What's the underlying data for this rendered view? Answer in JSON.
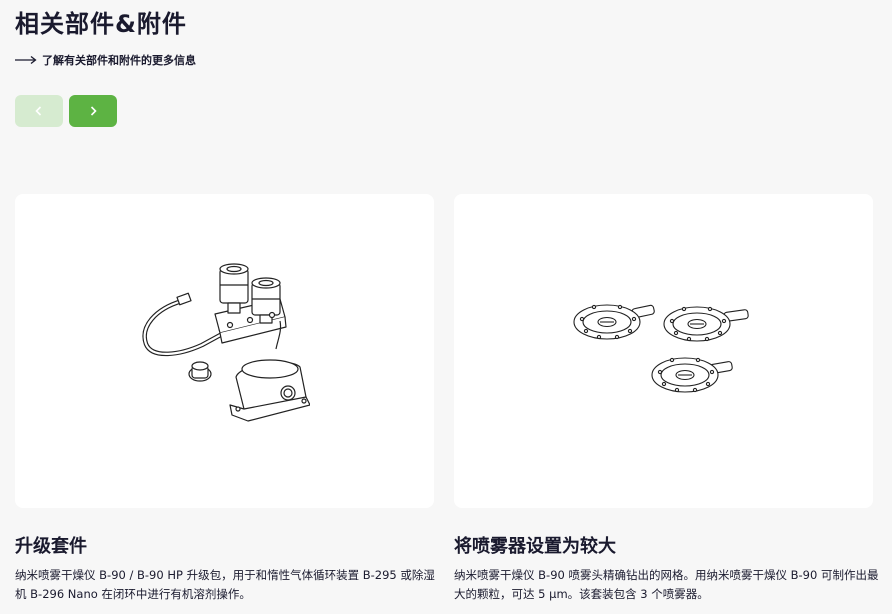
{
  "header": {
    "title": "相关部件&附件",
    "more_link": "了解有关部件和附件的更多信息"
  },
  "nav": {
    "prev_icon": "chevron-left-icon",
    "next_icon": "chevron-right-icon"
  },
  "colors": {
    "accent": "#5db343",
    "accent_light": "#d6ebd0",
    "text": "#1a1a2e",
    "background": "#f7f7f7",
    "card": "#ffffff"
  },
  "cards": [
    {
      "title": "升级套件",
      "description": "纳米喷雾干燥仪 B-90 / B-90 HP 升级包，用于和惰性气体循环装置 B-295 或除湿机 B-296 Nano 在闭环中进行有机溶剂操作。"
    },
    {
      "title": "将喷雾器设置为较大",
      "description": "纳米喷雾干燥仪 B-90 喷雾头精确钻出的网格。用纳米喷雾干燥仪 B-90 可制作出最大的颗粒，可达 5 µm。该套装包含 3 个喷雾器。"
    }
  ]
}
